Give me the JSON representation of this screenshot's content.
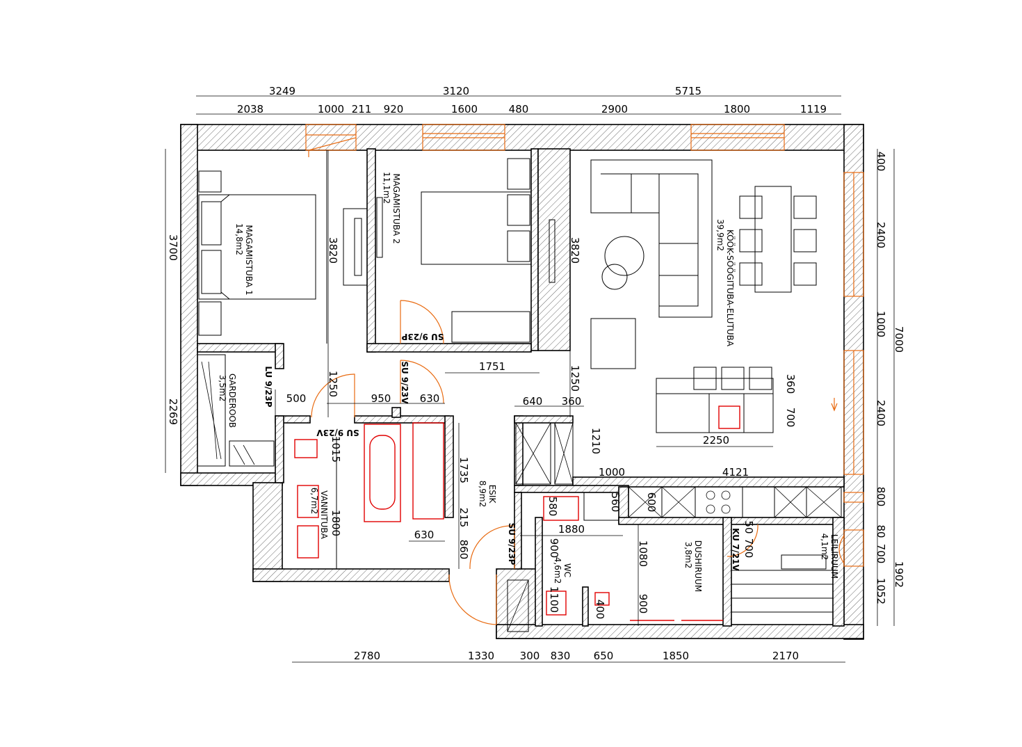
{
  "dims_top_outer": [
    "3249",
    "3120",
    "5715"
  ],
  "dims_top_inner": [
    "2038",
    "1000",
    "211",
    "920",
    "1600",
    "480",
    "2900",
    "1800",
    "1119"
  ],
  "dims_bottom": [
    "2780",
    "1330",
    "300",
    "830",
    "650",
    "1850",
    "2170"
  ],
  "dims_left": [
    "3700",
    "2269"
  ],
  "dims_right_inner": [
    "400",
    "2400",
    "1000",
    "2400",
    "800",
    "80",
    "700",
    "1052"
  ],
  "dims_right_outer": [
    "7000",
    "1902"
  ],
  "dims_interior": {
    "d3820a": "3820",
    "d3820b": "3820",
    "d1250a": "1250",
    "d1250b": "1250",
    "d1751": "1751",
    "d500": "500",
    "d950": "950",
    "d630a": "630",
    "d630b": "630",
    "d640": "640",
    "d360a": "360",
    "d360b": "360",
    "d700a": "700",
    "d2250": "2250",
    "d1210": "1210",
    "d1000": "1000",
    "d4121": "4121",
    "d1015": "1015",
    "d1735": "1735",
    "d215": "215",
    "d860": "860",
    "d1800": "1800",
    "d1880": "1880",
    "d900a": "900",
    "d900b": "900",
    "d1080": "1080",
    "d600": "600",
    "d580": "580",
    "d560": "560",
    "d700b": "700",
    "d50": "50",
    "d1100": "1100",
    "d400": "400"
  },
  "rooms": [
    {
      "name": "MAGAMISTUBA 1",
      "area": "14,8m2"
    },
    {
      "name": "MAGAMISTUBA 2",
      "area": "11,1m2"
    },
    {
      "name": "KÖÖK-SÖÖGITUBA-ELUTUBA",
      "area": "39,9m2"
    },
    {
      "name": "GARDEROOB",
      "area": "3,5m2"
    },
    {
      "name": "VANNITUBA",
      "area": "6,7m2"
    },
    {
      "name": "ESIK",
      "area": "8,9m2"
    },
    {
      "name": "WC",
      "area": "4,6m2"
    },
    {
      "name": "DUSHIRUUM",
      "area": "3,8m2"
    },
    {
      "name": "LEILIRUUM",
      "area": "4,1m2"
    }
  ],
  "doors": [
    "SU 9/23P",
    "SU 9/23V",
    "LU 9/23P",
    "SU 9/23V",
    "SU 9/23P",
    "KU 7/21V"
  ],
  "colors": {
    "wall": "#000000",
    "window": "#e86a10",
    "plumbing": "#e00000"
  }
}
